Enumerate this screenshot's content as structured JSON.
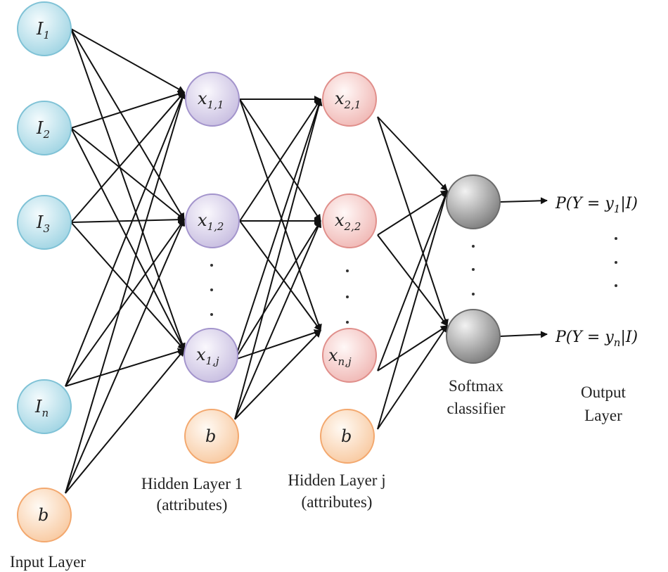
{
  "input_nodes": [
    {
      "base": "I",
      "sub": "1"
    },
    {
      "base": "I",
      "sub": "2"
    },
    {
      "base": "I",
      "sub": "3"
    },
    {
      "base": "I",
      "sub": "n"
    }
  ],
  "hidden1_nodes": [
    {
      "base": "x",
      "sub": "1,1"
    },
    {
      "base": "x",
      "sub": "1,2"
    },
    {
      "base": "x",
      "sub": "1,j"
    }
  ],
  "hidden2_nodes": [
    {
      "base": "x",
      "sub": "2,1"
    },
    {
      "base": "x",
      "sub": "2,2"
    },
    {
      "base": "x",
      "sub": "n,j"
    }
  ],
  "bias_label": "b",
  "captions": {
    "input_layer": "Input Layer",
    "hidden1_line1": "Hidden Layer 1",
    "hidden1_line2": "(attributes)",
    "hiddenj_line1": "Hidden Layer j",
    "hiddenj_line2": "(attributes)",
    "softmax_line1": "Softmax",
    "softmax_line2": "classifier",
    "output_line1": "Output",
    "output_line2": "Layer"
  },
  "outputs": [
    {
      "pre": "P(Y = y",
      "sub": "1",
      "post": "|I)"
    },
    {
      "pre": "P(Y = y",
      "sub": "n",
      "post": "|I)"
    }
  ],
  "colors": {
    "input": "#9fd4e3",
    "hidden1": "#c7bde0",
    "hidden2": "#f0b7b4",
    "bias": "#f8c9a0",
    "softmax": "#9a9a9a"
  }
}
